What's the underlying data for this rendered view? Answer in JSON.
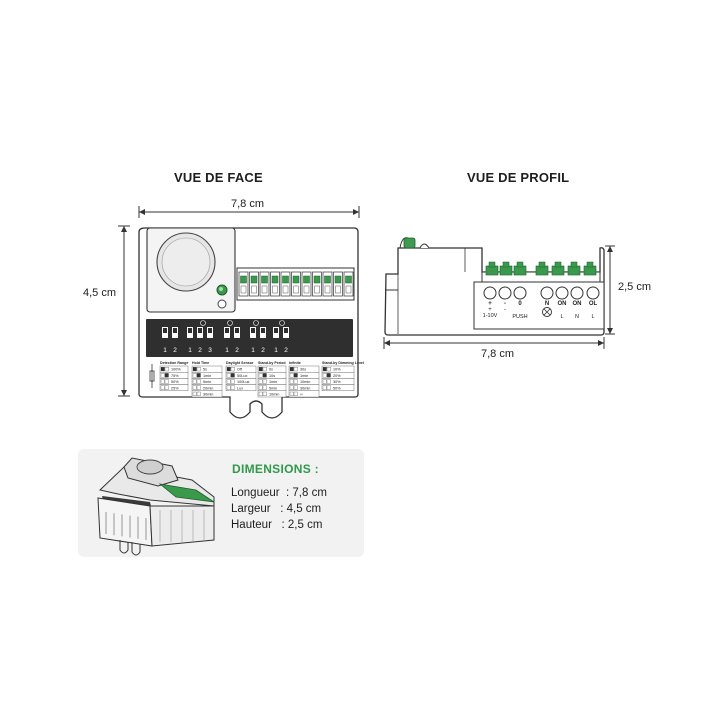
{
  "front": {
    "title": "VUE DE FACE",
    "width_label": "7,8 cm",
    "height_label": "4,5 cm",
    "dip_numbers": [
      "1",
      "2",
      "1",
      "2",
      "3",
      "1",
      "2",
      "1",
      "2",
      "1",
      "2"
    ],
    "tables": [
      {
        "title": "Detection Range",
        "rows": [
          "100%",
          "75%",
          "50%",
          "25%"
        ]
      },
      {
        "title": "Hold Time",
        "rows": [
          "5s",
          "1min",
          "5min",
          "20min",
          "30min"
        ]
      },
      {
        "title": "Daylight Sensor",
        "rows": [
          "Off",
          "50Lux",
          "100Lux",
          "Lux"
        ]
      },
      {
        "title": "Stand-by Period",
        "rows": [
          "0s",
          "10s",
          "1min",
          "5min",
          "10min"
        ]
      },
      {
        "title": "Infinite",
        "rows": [
          "30s",
          "1min",
          "10min",
          "30min",
          "∞"
        ]
      },
      {
        "title": "Stand-by Dimming Level",
        "rows": [
          "10%",
          "20%",
          "30%",
          "50%"
        ]
      }
    ]
  },
  "profile": {
    "title": "VUE DE PROFIL",
    "width_label": "7,8 cm",
    "height_label": "2,5 cm",
    "terminals": [
      {
        "top": "+",
        "sub": "1-10V"
      },
      {
        "top": "-",
        "sub": ""
      },
      {
        "top": "0",
        "sub": "PUSH"
      },
      {
        "top": "N",
        "sub": ""
      },
      {
        "top": "ON",
        "sub": "L"
      },
      {
        "top": "ON",
        "sub": "N"
      },
      {
        "top": "OL",
        "sub": "L"
      }
    ]
  },
  "dimensions": {
    "title": "DIMENSIONS :",
    "rows": [
      {
        "label": "Longueur",
        "value": "7,8 cm"
      },
      {
        "label": "Largeur",
        "value": "4,5 cm"
      },
      {
        "label": "Hauteur",
        "value": "2,5 cm"
      }
    ]
  },
  "colors": {
    "green": "#2e9a4a",
    "line": "#333333",
    "panel": "#2f2f2f",
    "card": "#f2f2f2"
  }
}
